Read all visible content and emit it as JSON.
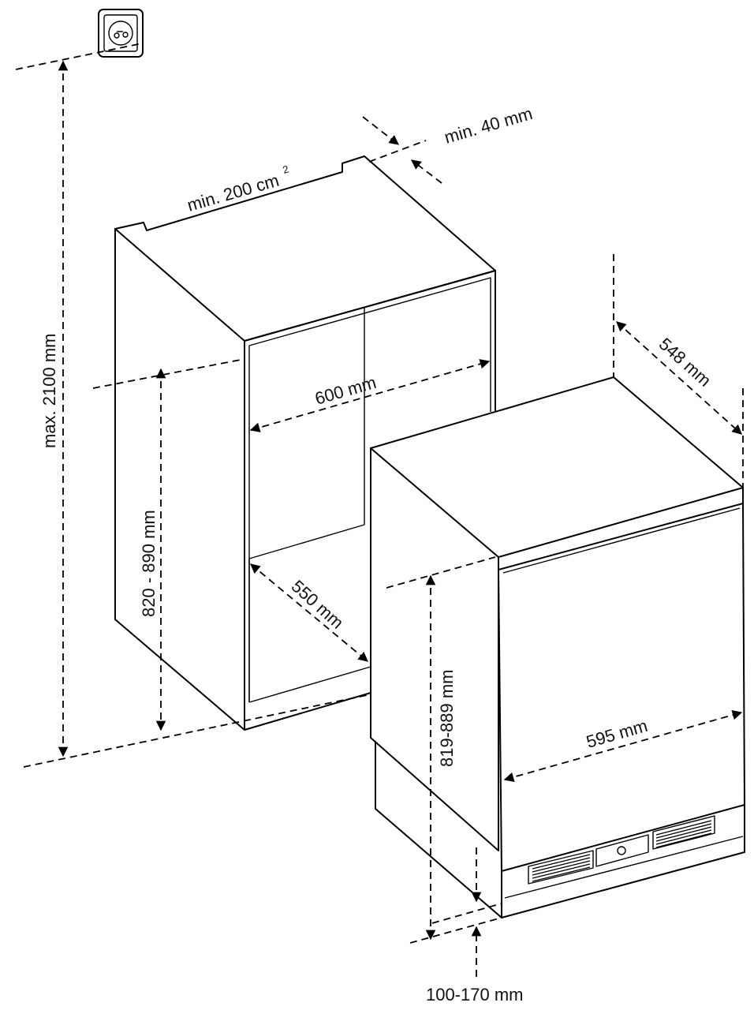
{
  "labels": {
    "max_height": "max. 2100 mm",
    "min_vent_area": "min. 200 cm",
    "min_vent_area_exponent": "2",
    "min_gap": "min. 40 mm",
    "niche_width": "600 mm",
    "niche_height": "820 - 890 mm",
    "niche_depth": "550 mm",
    "appliance_depth": "548 mm",
    "appliance_height": "819-889 mm",
    "appliance_width": "595 mm",
    "plinth_height": "100-170 mm"
  },
  "icons": {
    "power_outlet": "power-socket-icon"
  }
}
